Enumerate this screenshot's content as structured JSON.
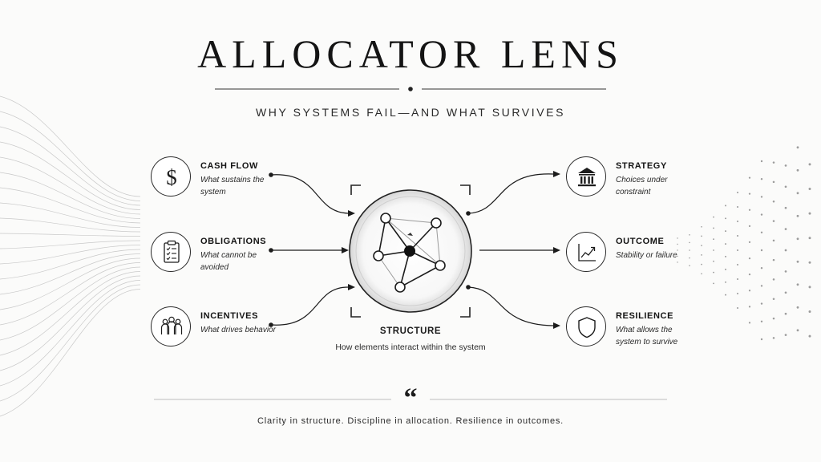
{
  "header": {
    "title": "ALLOCATOR LENS",
    "subtitle": "WHY SYSTEMS FAIL—AND WHAT SURVIVES"
  },
  "left_nodes": [
    {
      "label": "CASH FLOW",
      "description": "What sustains the system",
      "icon": "dollar-icon"
    },
    {
      "label": "OBLIGATIONS",
      "description": "What cannot be avoided",
      "icon": "clipboard-checklist-icon"
    },
    {
      "label": "INCENTIVES",
      "description": "What drives behavior",
      "icon": "people-group-icon"
    }
  ],
  "right_nodes": [
    {
      "label": "STRATEGY",
      "description": "Choices under constraint",
      "icon": "institution-icon"
    },
    {
      "label": "OUTCOME",
      "description": "Stability or failure",
      "icon": "trend-chart-icon"
    },
    {
      "label": "RESILIENCE",
      "description": "What allows the system to survive",
      "icon": "shield-icon"
    }
  ],
  "center": {
    "label": "STRUCTURE",
    "description": "How elements interact within the system",
    "icon": "network-graph-icon"
  },
  "footer": {
    "quote_mark": "“",
    "tagline": "Clarity in structure. Discipline in allocation. Resilience in outcomes."
  },
  "colors": {
    "background": "#fbfbfa",
    "ink": "#1c1c1c",
    "muted_lines": "#cfcfcf"
  }
}
